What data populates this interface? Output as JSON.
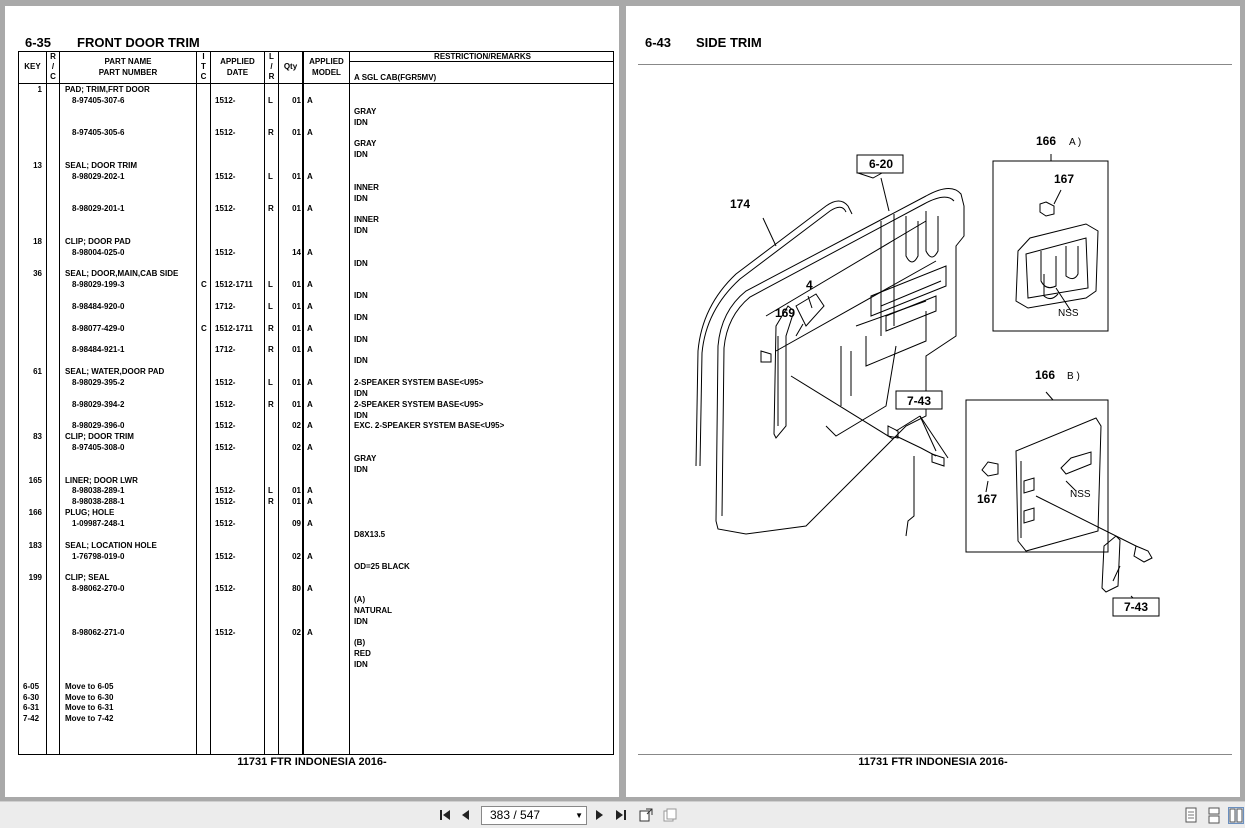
{
  "left_page": {
    "section_number": "6-35",
    "section_title": "FRONT DOOR TRIM",
    "headers": {
      "key": "KEY",
      "rc": "R\n/\nC",
      "part_name": "PART NAME",
      "part_number": "PART NUMBER",
      "itc": "I\nT\nC",
      "applied_date_1": "APPLIED",
      "applied_date_2": "DATE",
      "lr": "L\n/\nR",
      "qty": "Qty",
      "applied_model_1": "APPLIED",
      "applied_model_2": "MODEL",
      "remarks": "RESTRICTION/REMARKS"
    },
    "model_note": "A SGL CAB(FGR5MV)",
    "rows": [
      {
        "row": 0,
        "key": "1",
        "name": "PAD; TRIM,FRT DOOR"
      },
      {
        "row": 1,
        "pn": "8-97405-307-6",
        "date": "1512-",
        "lr": "L",
        "qty": "01",
        "model": "A"
      },
      {
        "row": 2,
        "rem": "GRAY"
      },
      {
        "row": 3,
        "rem": "IDN"
      },
      {
        "row": 4,
        "pn": "8-97405-305-6",
        "date": "1512-",
        "lr": "R",
        "qty": "01",
        "model": "A"
      },
      {
        "row": 5,
        "rem": "GRAY"
      },
      {
        "row": 6,
        "rem": "IDN"
      },
      {
        "row": 7,
        "key": "13",
        "name": "SEAL; DOOR TRIM"
      },
      {
        "row": 8,
        "pn": "8-98029-202-1",
        "date": "1512-",
        "lr": "L",
        "qty": "01",
        "model": "A"
      },
      {
        "row": 9,
        "rem": "INNER"
      },
      {
        "row": 10,
        "rem": "IDN"
      },
      {
        "row": 11,
        "pn": "8-98029-201-1",
        "date": "1512-",
        "lr": "R",
        "qty": "01",
        "model": "A"
      },
      {
        "row": 12,
        "rem": "INNER"
      },
      {
        "row": 13,
        "rem": "IDN"
      },
      {
        "row": 14,
        "key": "18",
        "name": "CLIP; DOOR PAD"
      },
      {
        "row": 15,
        "pn": "8-98004-025-0",
        "date": "1512-",
        "qty": "14",
        "model": "A"
      },
      {
        "row": 16,
        "rem": "IDN"
      },
      {
        "row": 17,
        "key": "36",
        "name": "SEAL; DOOR,MAIN,CAB SIDE"
      },
      {
        "row": 18,
        "pn": "8-98029-199-3",
        "itc": "C",
        "date": "1512-1711",
        "lr": "L",
        "qty": "01",
        "model": "A"
      },
      {
        "row": 19,
        "rem": "IDN"
      },
      {
        "row": 20,
        "pn": "8-98484-920-0",
        "date": "1712-",
        "lr": "L",
        "qty": "01",
        "model": "A"
      },
      {
        "row": 21,
        "rem": "IDN"
      },
      {
        "row": 22,
        "pn": "8-98077-429-0",
        "itc": "C",
        "date": "1512-1711",
        "lr": "R",
        "qty": "01",
        "model": "A"
      },
      {
        "row": 23,
        "rem": "IDN"
      },
      {
        "row": 24,
        "pn": "8-98484-921-1",
        "date": "1712-",
        "lr": "R",
        "qty": "01",
        "model": "A"
      },
      {
        "row": 25,
        "rem": "IDN"
      },
      {
        "row": 26,
        "key": "61",
        "name": "SEAL; WATER,DOOR PAD"
      },
      {
        "row": 27,
        "pn": "8-98029-395-2",
        "date": "1512-",
        "lr": "L",
        "qty": "01",
        "model": "A",
        "rem": "2-SPEAKER SYSTEM BASE<U95>"
      },
      {
        "row": 28,
        "rem": "IDN"
      },
      {
        "row": 29,
        "pn": "8-98029-394-2",
        "date": "1512-",
        "lr": "R",
        "qty": "01",
        "model": "A",
        "rem": "2-SPEAKER SYSTEM BASE<U95>"
      },
      {
        "row": 30,
        "rem": "IDN"
      },
      {
        "row": 31,
        "pn": "8-98029-396-0",
        "date": "1512-",
        "qty": "02",
        "model": "A",
        "rem": "EXC. 2-SPEAKER SYSTEM BASE<U95>"
      },
      {
        "row": 32,
        "key": "83",
        "name": "CLIP; DOOR TRIM"
      },
      {
        "row": 33,
        "pn": "8-97405-308-0",
        "date": "1512-",
        "qty": "02",
        "model": "A"
      },
      {
        "row": 34,
        "rem": "GRAY"
      },
      {
        "row": 35,
        "rem": "IDN"
      },
      {
        "row": 36,
        "key": "165",
        "name": "LINER; DOOR LWR"
      },
      {
        "row": 37,
        "pn": "8-98038-289-1",
        "date": "1512-",
        "lr": "L",
        "qty": "01",
        "model": "A"
      },
      {
        "row": 38,
        "pn": "8-98038-288-1",
        "date": "1512-",
        "lr": "R",
        "qty": "01",
        "model": "A"
      },
      {
        "row": 39,
        "key": "166",
        "name": "PLUG; HOLE"
      },
      {
        "row": 40,
        "pn": "1-09987-248-1",
        "date": "1512-",
        "qty": "09",
        "model": "A"
      },
      {
        "row": 41,
        "rem": "D8X13.5"
      },
      {
        "row": 42,
        "key": "183",
        "name": "SEAL; LOCATION HOLE"
      },
      {
        "row": 43,
        "pn": "1-76798-019-0",
        "date": "1512-",
        "qty": "02",
        "model": "A"
      },
      {
        "row": 44,
        "rem": "OD=25 BLACK"
      },
      {
        "row": 45,
        "key": "199",
        "name": "CLIP; SEAL"
      },
      {
        "row": 46,
        "pn": "8-98062-270-0",
        "date": "1512-",
        "qty": "80",
        "model": "A"
      },
      {
        "row": 47,
        "rem": "(A)"
      },
      {
        "row": 48,
        "rem": "NATURAL"
      },
      {
        "row": 49,
        "rem": "IDN"
      },
      {
        "row": 50,
        "pn": "8-98062-271-0",
        "date": "1512-",
        "qty": "02",
        "model": "A"
      },
      {
        "row": 51,
        "rem": "(B)"
      },
      {
        "row": 52,
        "rem": "RED"
      },
      {
        "row": 53,
        "rem": "IDN"
      },
      {
        "row": 55,
        "key": "6-05",
        "name": "Move to 6-05",
        "move": true
      },
      {
        "row": 56,
        "key": "6-30",
        "name": "Move to 6-30",
        "move": true
      },
      {
        "row": 57,
        "key": "6-31",
        "name": "Move to 6-31",
        "move": true
      },
      {
        "row": 58,
        "key": "7-42",
        "name": "Move to 7-42",
        "move": true
      }
    ],
    "footer": "11731 FTR INDONESIA 2016-"
  },
  "right_page": {
    "section_number": "6-43",
    "section_title": "SIDE TRIM",
    "diagram_labels": {
      "ref_620": "6-20",
      "part_174": "174",
      "part_4": "4",
      "part_169": "169",
      "ref_743a": "7-43",
      "ref_743b": "7-43",
      "part_166a": "166",
      "view_a": "A )",
      "part_167a": "167",
      "nss_a": "NSS",
      "part_166b": "166",
      "view_b": "B )",
      "part_167b": "167",
      "nss_b": "NSS"
    },
    "footer": "11731 FTR INDONESIA 2016-"
  },
  "toolbar": {
    "page_indicator": "383 / 547",
    "icons": [
      "first-page-icon",
      "previous-page-icon",
      "next-page-icon",
      "last-page-icon",
      "fit-page-icon",
      "fit-width-icon",
      "single-page-view-icon",
      "continuous-view-icon",
      "two-page-view-icon"
    ]
  }
}
